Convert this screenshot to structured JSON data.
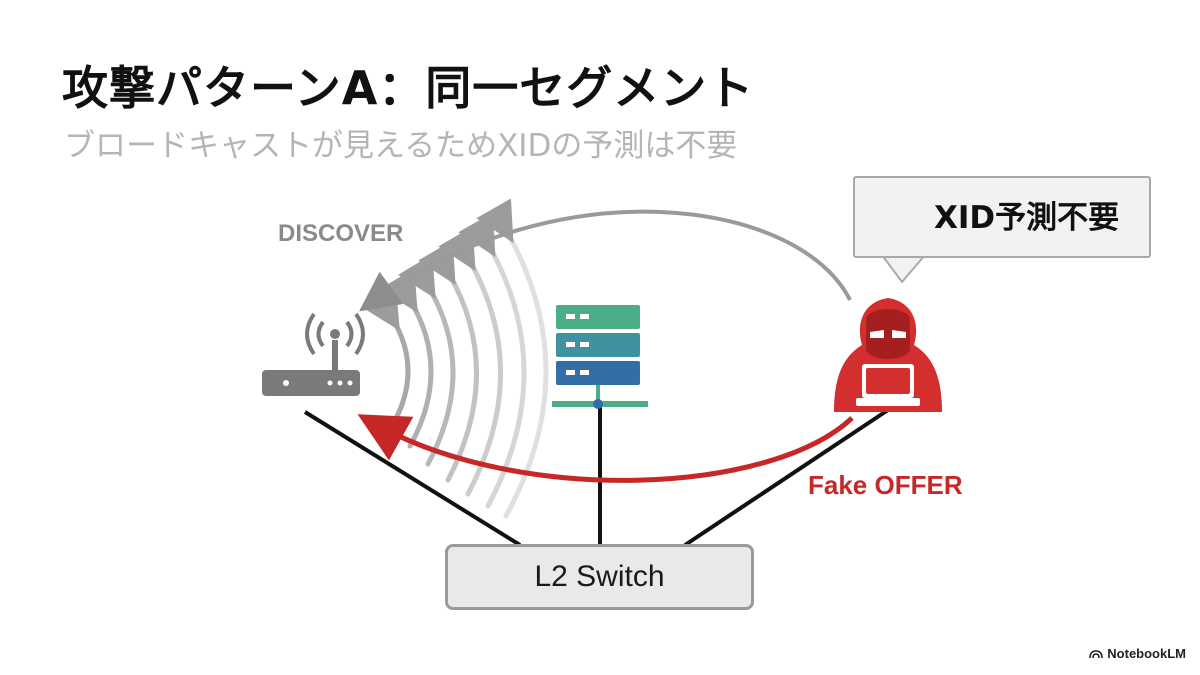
{
  "slide": {
    "title": "攻撃パターンA：同一セグメント",
    "subtitle": "ブロードキャストが見えるためXIDの予測は不要"
  },
  "callout": {
    "text": "XID予測不要",
    "icon": "warning-icon"
  },
  "labels": {
    "discover": "DISCOVER",
    "fake_offer": "Fake OFFER",
    "switch": "L2 Switch"
  },
  "brand": {
    "text": "NotebookLM"
  },
  "colors": {
    "accent_red": "#d32f2f",
    "gray": "#8a8a8a",
    "server_teal": "#4aa38a",
    "server_blue": "#2f6fa8"
  }
}
